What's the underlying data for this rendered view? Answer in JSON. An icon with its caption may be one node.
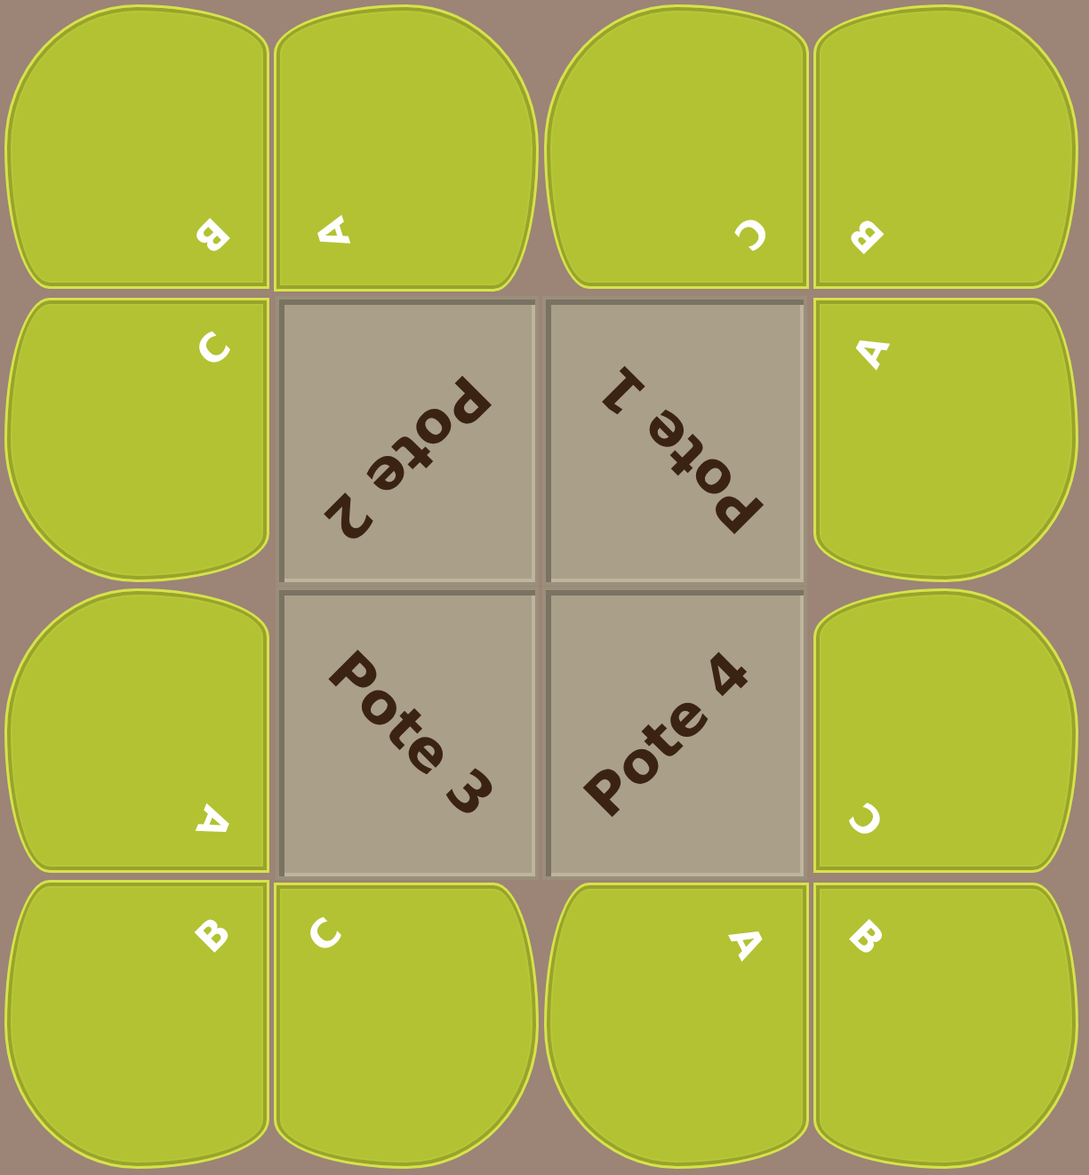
{
  "diagram": {
    "nodes": [
      {
        "text": [
          "B"
        ]
      },
      {
        "text": [
          "A"
        ]
      },
      {
        "text": [
          "C"
        ]
      },
      {
        "text": [
          "B"
        ]
      },
      {
        "text": [
          "C"
        ]
      },
      {
        "text": [
          "Pote 2"
        ]
      },
      {
        "text": [
          "Pote 1"
        ]
      },
      {
        "text": [
          "A"
        ]
      },
      {
        "text": [
          "A"
        ]
      },
      {
        "text": [
          "Pote 3"
        ]
      },
      {
        "text": [
          "Pote 4"
        ]
      },
      {
        "text": [
          "C"
        ]
      },
      {
        "text": [
          "B"
        ]
      },
      {
        "text": [
          "C"
        ]
      },
      {
        "text": [
          "A"
        ]
      },
      {
        "text": [
          "B"
        ]
      }
    ]
  }
}
